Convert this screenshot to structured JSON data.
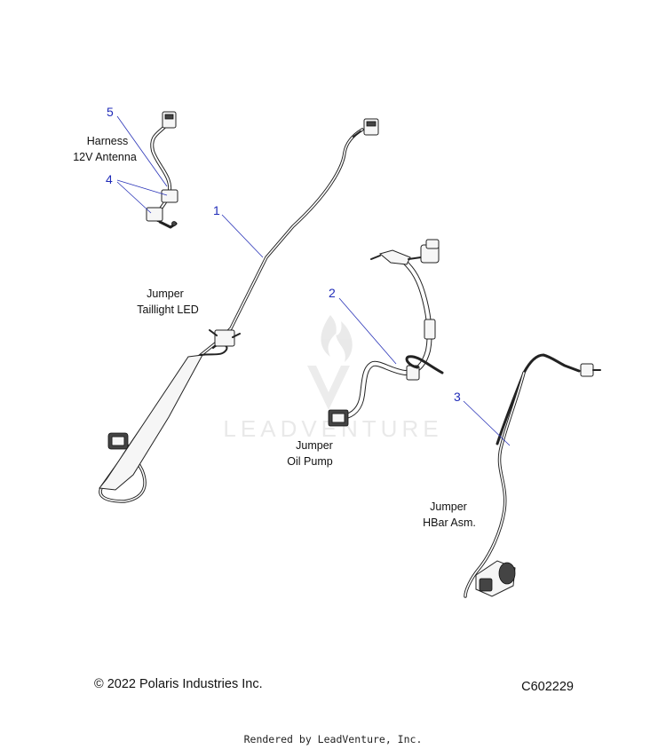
{
  "callouts": [
    {
      "num": "1",
      "line1": "Jumper",
      "line2": "Taillight LED"
    },
    {
      "num": "2",
      "line1": "Jumper",
      "line2": "Oil Pump"
    },
    {
      "num": "3",
      "line1": "Jumper",
      "line2": "HBar Asm."
    },
    {
      "num": "4"
    },
    {
      "num": "5",
      "line1": "Harness",
      "line2": "12V Antenna"
    }
  ],
  "watermark": "LEADVENTURE",
  "footer": {
    "copyright": "© 2022 Polaris Industries Inc.",
    "code": "C602229",
    "rendered_by": "Rendered by LeadVenture, Inc."
  }
}
